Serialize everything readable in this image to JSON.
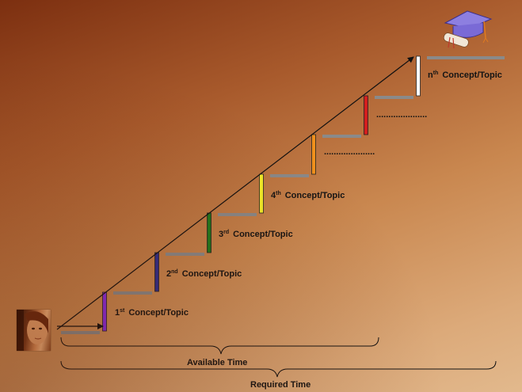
{
  "steps": [
    {
      "sup": "st",
      "text": "Concept/Topic",
      "color": "#8a2be2",
      "prefix": "1"
    },
    {
      "sup": "nd",
      "text": "Concept/Topic",
      "color": "#2e2e8e",
      "prefix": "2"
    },
    {
      "sup": "rd",
      "text": "Concept/Topic",
      "color": "#1f7a1f",
      "prefix": "3"
    },
    {
      "sup": "th",
      "text": "Concept/Topic",
      "color": "#f5ef2a",
      "prefix": "4"
    },
    {
      "color": "#f0901c"
    },
    {
      "color": "#d41e1e"
    },
    {
      "sup": "th",
      "text": "Concept/Topic",
      "color": "#ffffff",
      "prefix": "n"
    }
  ],
  "ellipsis": ".....................",
  "braces": {
    "available": "Available Time",
    "required": "Required Time"
  },
  "colors": {
    "tread": "#8a8a8a",
    "arrow": "#111111"
  },
  "icons": {
    "graduation": "graduation-cap-diploma-icon",
    "learner": "learner-face-photo"
  }
}
